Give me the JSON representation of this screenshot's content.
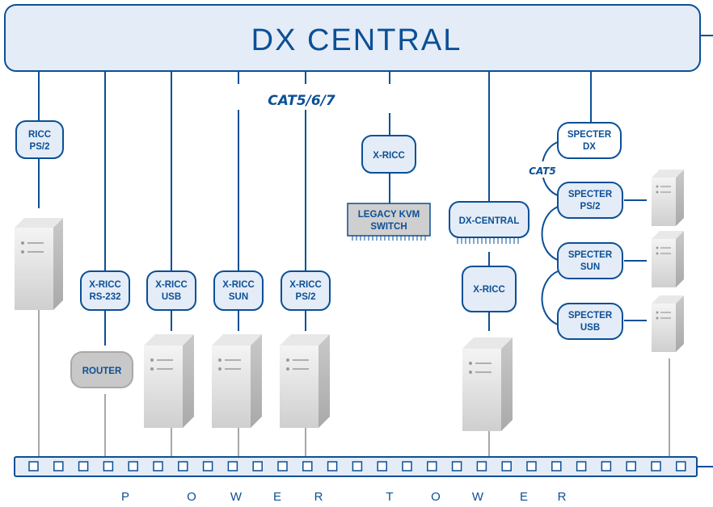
{
  "title": "DX CENTRAL",
  "cat_main": "CAT5/6/7",
  "cat_side": "CAT5",
  "footer": {
    "letters": [
      "P",
      "O",
      "W",
      "E",
      "R",
      "T",
      "O",
      "W",
      "E",
      "R"
    ]
  },
  "boxes": {
    "ricc_ps2": [
      "RICC",
      "PS/2"
    ],
    "xricc_rs232": [
      "X-RICC",
      "RS-232"
    ],
    "xricc_usb": [
      "X-RICC",
      "USB"
    ],
    "xricc_sun": [
      "X-RICC",
      "SUN"
    ],
    "xricc_ps2": [
      "X-RICC",
      "PS/2"
    ],
    "xricc_legacy": [
      "X-RICC"
    ],
    "legacy_kvm": [
      "LEGACY KVM",
      "SWITCH"
    ],
    "dx_central_unit": [
      "DX-CENTRAL"
    ],
    "xricc_dx": [
      "X-RICC"
    ],
    "specter_dx": [
      "SPECTER",
      "DX"
    ],
    "specter_ps2": [
      "SPECTER",
      "PS/2"
    ],
    "specter_sun": [
      "SPECTER",
      "SUN"
    ],
    "specter_usb": [
      "SPECTER",
      "USB"
    ],
    "router": [
      "ROUTER"
    ]
  },
  "colors": {
    "accent": "#0b4f96",
    "light_blue": "#e4ecf7",
    "grey_line": "#a8a8a8"
  }
}
